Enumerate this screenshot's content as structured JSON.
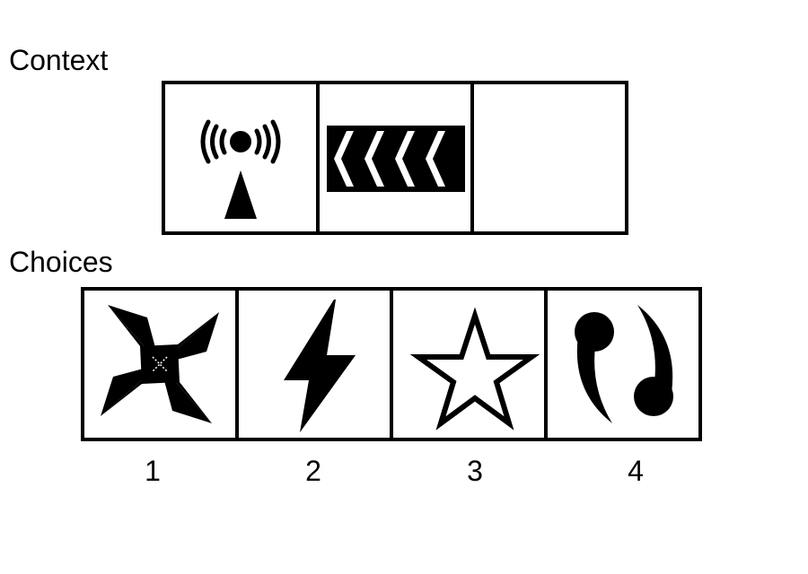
{
  "context": {
    "label": "Context",
    "panels": [
      {
        "icon": "wireless-antenna-icon"
      },
      {
        "icon": "chevron-arrows-sign-icon"
      },
      {
        "icon": "empty-panel"
      }
    ]
  },
  "choices": {
    "label": "Choices",
    "options": [
      {
        "number": "1",
        "icon": "pinwheel-icon"
      },
      {
        "number": "2",
        "icon": "lightning-bolt-icon"
      },
      {
        "number": "3",
        "icon": "star-outline-icon"
      },
      {
        "number": "4",
        "icon": "comma-pair-icon"
      }
    ]
  }
}
